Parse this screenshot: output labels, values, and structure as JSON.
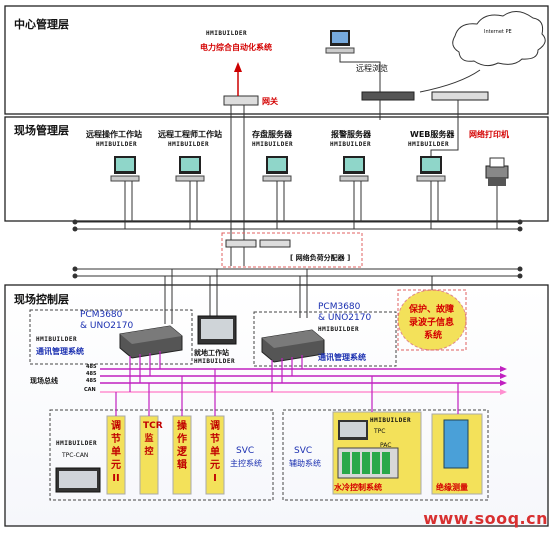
{
  "layers": {
    "center": "中心管理层",
    "field_mgmt": "现场管理层",
    "field_ctrl": "现场控制层"
  },
  "center_layer": {
    "hmibuilder": "HMIBUILDER",
    "power_system": "电力综合自动化系统",
    "gateway": "网关",
    "remote_browse": "远程浏览",
    "internet": "Internet PE"
  },
  "stations": [
    {
      "name": "远程操作工作站",
      "tag": "HMIBUILDER"
    },
    {
      "name": "远程工程师工作站",
      "tag": "HMIBUILDER"
    },
    {
      "name": "存盘服务器",
      "tag": "HMIBUILDER"
    },
    {
      "name": "报警服务器",
      "tag": "HMIBUILDER"
    },
    {
      "name": "WEB服务器",
      "tag": "HMIBUILDER"
    },
    {
      "name": "网络打印机",
      "tag": ""
    }
  ],
  "load_balancer": "网络负荷分配器",
  "control_layer": {
    "pcm_left": "PCM3680\n& UNO2170",
    "pcm_left_line1": "PCM3680",
    "pcm_left_line2": "& UNO2170",
    "hmibuilder": "HMIBUILDER",
    "comm_left": "通讯管理系统",
    "local_station": "就地工作站",
    "local_tag": "HMIBUILDER",
    "pcm_right_line1": "PCM3680",
    "pcm_right_line2": "& UNO2170",
    "comm_right": "通讯管理系统",
    "protection": "保护、故障录波子信息系统",
    "protection_l1": "保护、故障",
    "protection_l2": "录波子信息",
    "protection_l3": "系统",
    "field_bus": "现场总线",
    "bus_485a": "485",
    "bus_485b": "485",
    "bus_485c": "485",
    "bus_can": "CAN",
    "tpc_can": "TPC-CAN",
    "hmi_left": "HMIBUILDER",
    "unit2": "调节单元II",
    "tcr": "TCR监控",
    "op_logic": "操作逻辑",
    "unit1": "调节单元I",
    "svc_main_l1": "SVC",
    "svc_main_l2": "主控系统",
    "svc_aux_l1": "SVC",
    "svc_aux_l2": "辅助系统",
    "hmi_right": "HMIBUILDER",
    "tpc": "TPC",
    "pac": "PAC",
    "water_cool": "水冷控制系统",
    "insulation": "绝缘测量"
  },
  "watermark": "www.sooq.cn",
  "colors": {
    "accent_red": "#d40000",
    "dashed_red": "#e06060",
    "bus_pink": "#c020c0",
    "yellow": "#f3e15a",
    "panel_gray": "#f2f2f2"
  }
}
